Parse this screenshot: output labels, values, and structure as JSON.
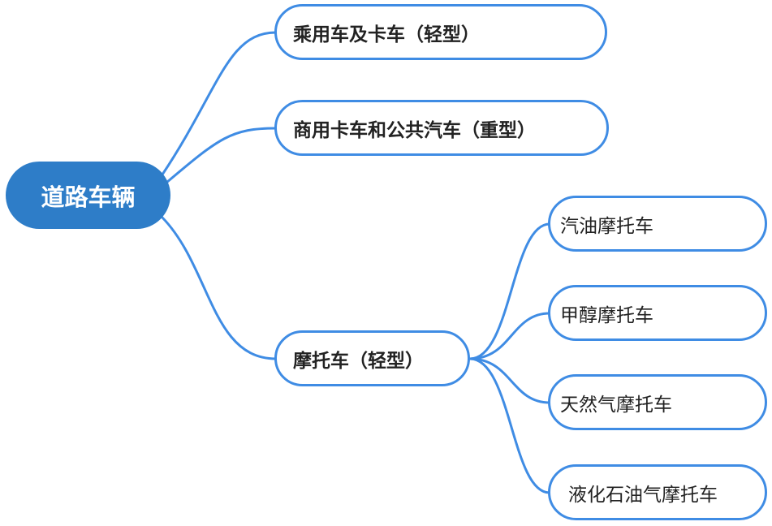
{
  "root": {
    "label": "道路车辆"
  },
  "branches": [
    {
      "label": "乘用车及卡车（轻型）"
    },
    {
      "label": "商用卡车和公共汽车（重型）"
    },
    {
      "label": "摩托车（轻型）",
      "children": [
        {
          "label": "汽油摩托车"
        },
        {
          "label": "甲醇摩托车"
        },
        {
          "label": "天然气摩托车"
        },
        {
          "label": "液化石油气摩托车"
        }
      ]
    }
  ],
  "colors": {
    "root_fill": "#2e7dc8",
    "connector": "#3f8ce4",
    "node_border": "#3f8ce4",
    "text": "#222222"
  }
}
